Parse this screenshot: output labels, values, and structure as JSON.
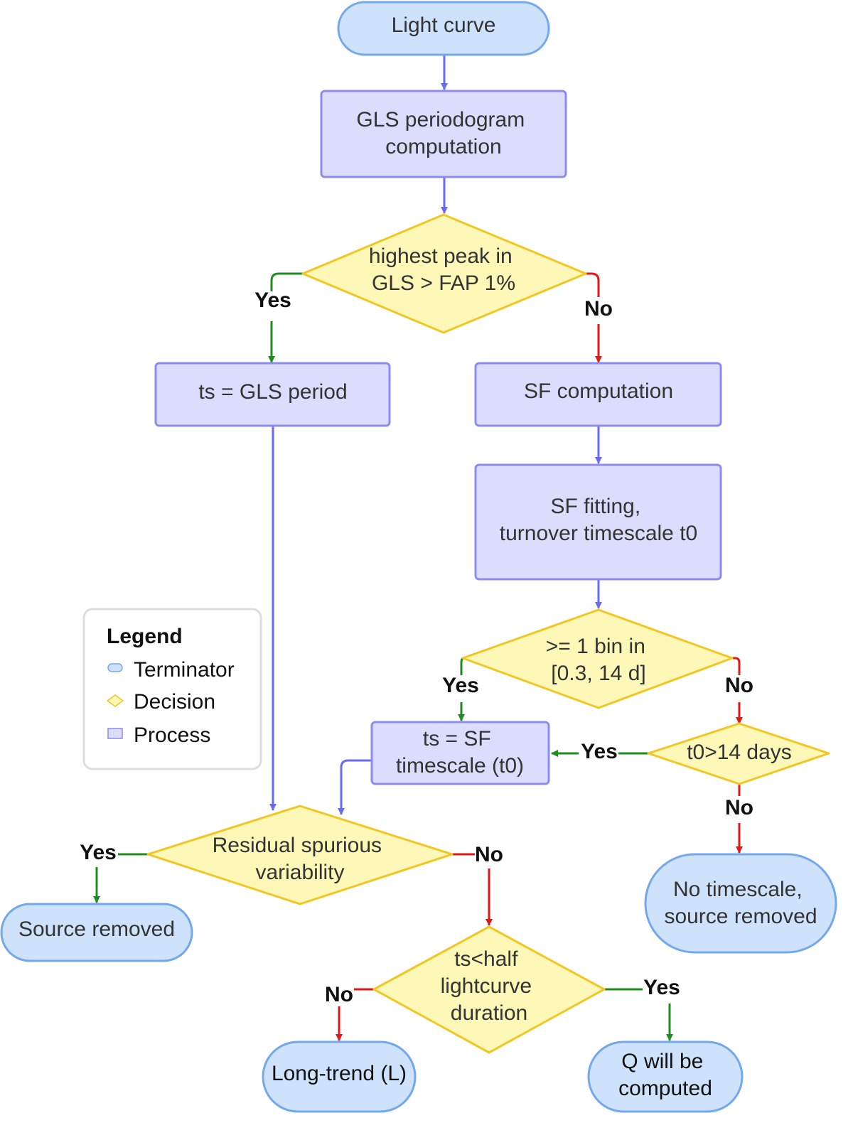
{
  "colors": {
    "terminator_fill": "#cfe2fb",
    "terminator_stroke": "#74a8ee",
    "process_fill": "#dcdcfc",
    "process_stroke": "#8c8cf0",
    "decision_fill": "#fdf7b8",
    "decision_stroke": "#f2c724",
    "arrow_blue": "#6a6af2",
    "arrow_green": "#1e8c1e",
    "arrow_red": "#e01818",
    "legend_border": "#dddddd"
  },
  "nodes": {
    "light_curve": [
      "Light curve"
    ],
    "gls_computation": [
      "GLS periodogram",
      "computation"
    ],
    "gls_peak_decision": [
      "highest peak in",
      "GLS > FAP 1%"
    ],
    "ts_gls_period": [
      "ts = GLS period"
    ],
    "sf_computation": [
      "SF computation"
    ],
    "sf_fitting": [
      "SF fitting,",
      "turnover timescale t0"
    ],
    "bin_decision": [
      ">= 1 bin in",
      "[0.3, 14 d]"
    ],
    "ts_sf_timescale": [
      "ts = SF",
      "timescale (t0)"
    ],
    "t0_decision": [
      "t0>14 days"
    ],
    "no_timescale": [
      "No timescale,",
      "source removed"
    ],
    "residual_decision": [
      "Residual spurious",
      "variability"
    ],
    "source_removed": [
      "Source removed"
    ],
    "half_duration_decision": [
      "ts<half",
      "lightcurve",
      "duration"
    ],
    "long_trend": [
      "Long-trend (L)"
    ],
    "q_computed": [
      "Q will be",
      "computed"
    ]
  },
  "edge_labels": {
    "gls_yes": "Yes",
    "gls_no": "No",
    "bin_yes": "Yes",
    "bin_no": "No",
    "t0_yes": "Yes",
    "t0_no": "No",
    "residual_yes": "Yes",
    "residual_no": "No",
    "half_no": "No",
    "half_yes": "Yes"
  },
  "legend": {
    "title": "Legend",
    "items": [
      "Terminator",
      "Decision",
      "Process"
    ]
  }
}
